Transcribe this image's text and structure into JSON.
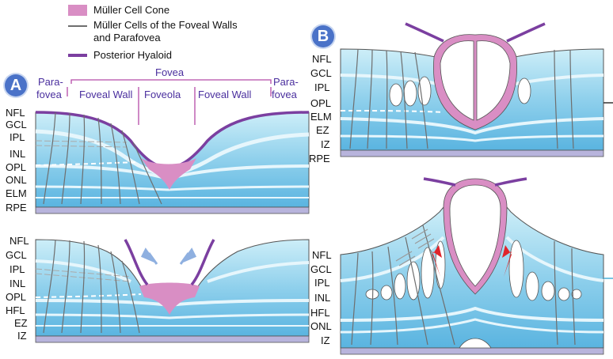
{
  "legend": {
    "cone_label": "Müller Cell Cone",
    "muller_label_line1": "Müller Cells of the Foveal Walls",
    "muller_label_line2": "and Parafovea",
    "hyaloid_label": "Posterior Hyaloid"
  },
  "panel_a": {
    "badge": "A",
    "region_fovea": "Fovea",
    "region_parafovea": "Para-",
    "region_parafovea_2": "fovea",
    "region_foveal_wall": "Foveal Wall",
    "region_foveola": "Foveola",
    "top_layers": [
      "NFL",
      "GCL",
      "IPL",
      "INL",
      "OPL",
      "ONL",
      "ELM",
      "RPE"
    ],
    "bottom_layers": [
      "NFL",
      "GCL",
      "IPL",
      "INL",
      "OPL",
      "HFL",
      "EZ",
      "IZ"
    ]
  },
  "panel_b": {
    "badge": "B",
    "top_layers": [
      "NFL",
      "GCL",
      "IPL",
      "OPL",
      "ELM",
      "EZ",
      "IZ",
      "RPE"
    ],
    "bottom_layers": [
      "NFL",
      "GCL",
      "IPL",
      "INL",
      "HFL",
      "ONL",
      "IZ"
    ]
  },
  "colors": {
    "cone": "#d98ec4",
    "hyaloid": "#7b3fa0",
    "muller": "#6e6e6e",
    "retina_light": "#bfe6f4",
    "retina_mid": "#8fd0ec",
    "retina_dark": "#5ab4e0",
    "rpe": "#b8b4dc",
    "arrow_red": "#e0242a",
    "arrow_blue": "#8fb0e0",
    "accent": "#4a2f9e"
  }
}
